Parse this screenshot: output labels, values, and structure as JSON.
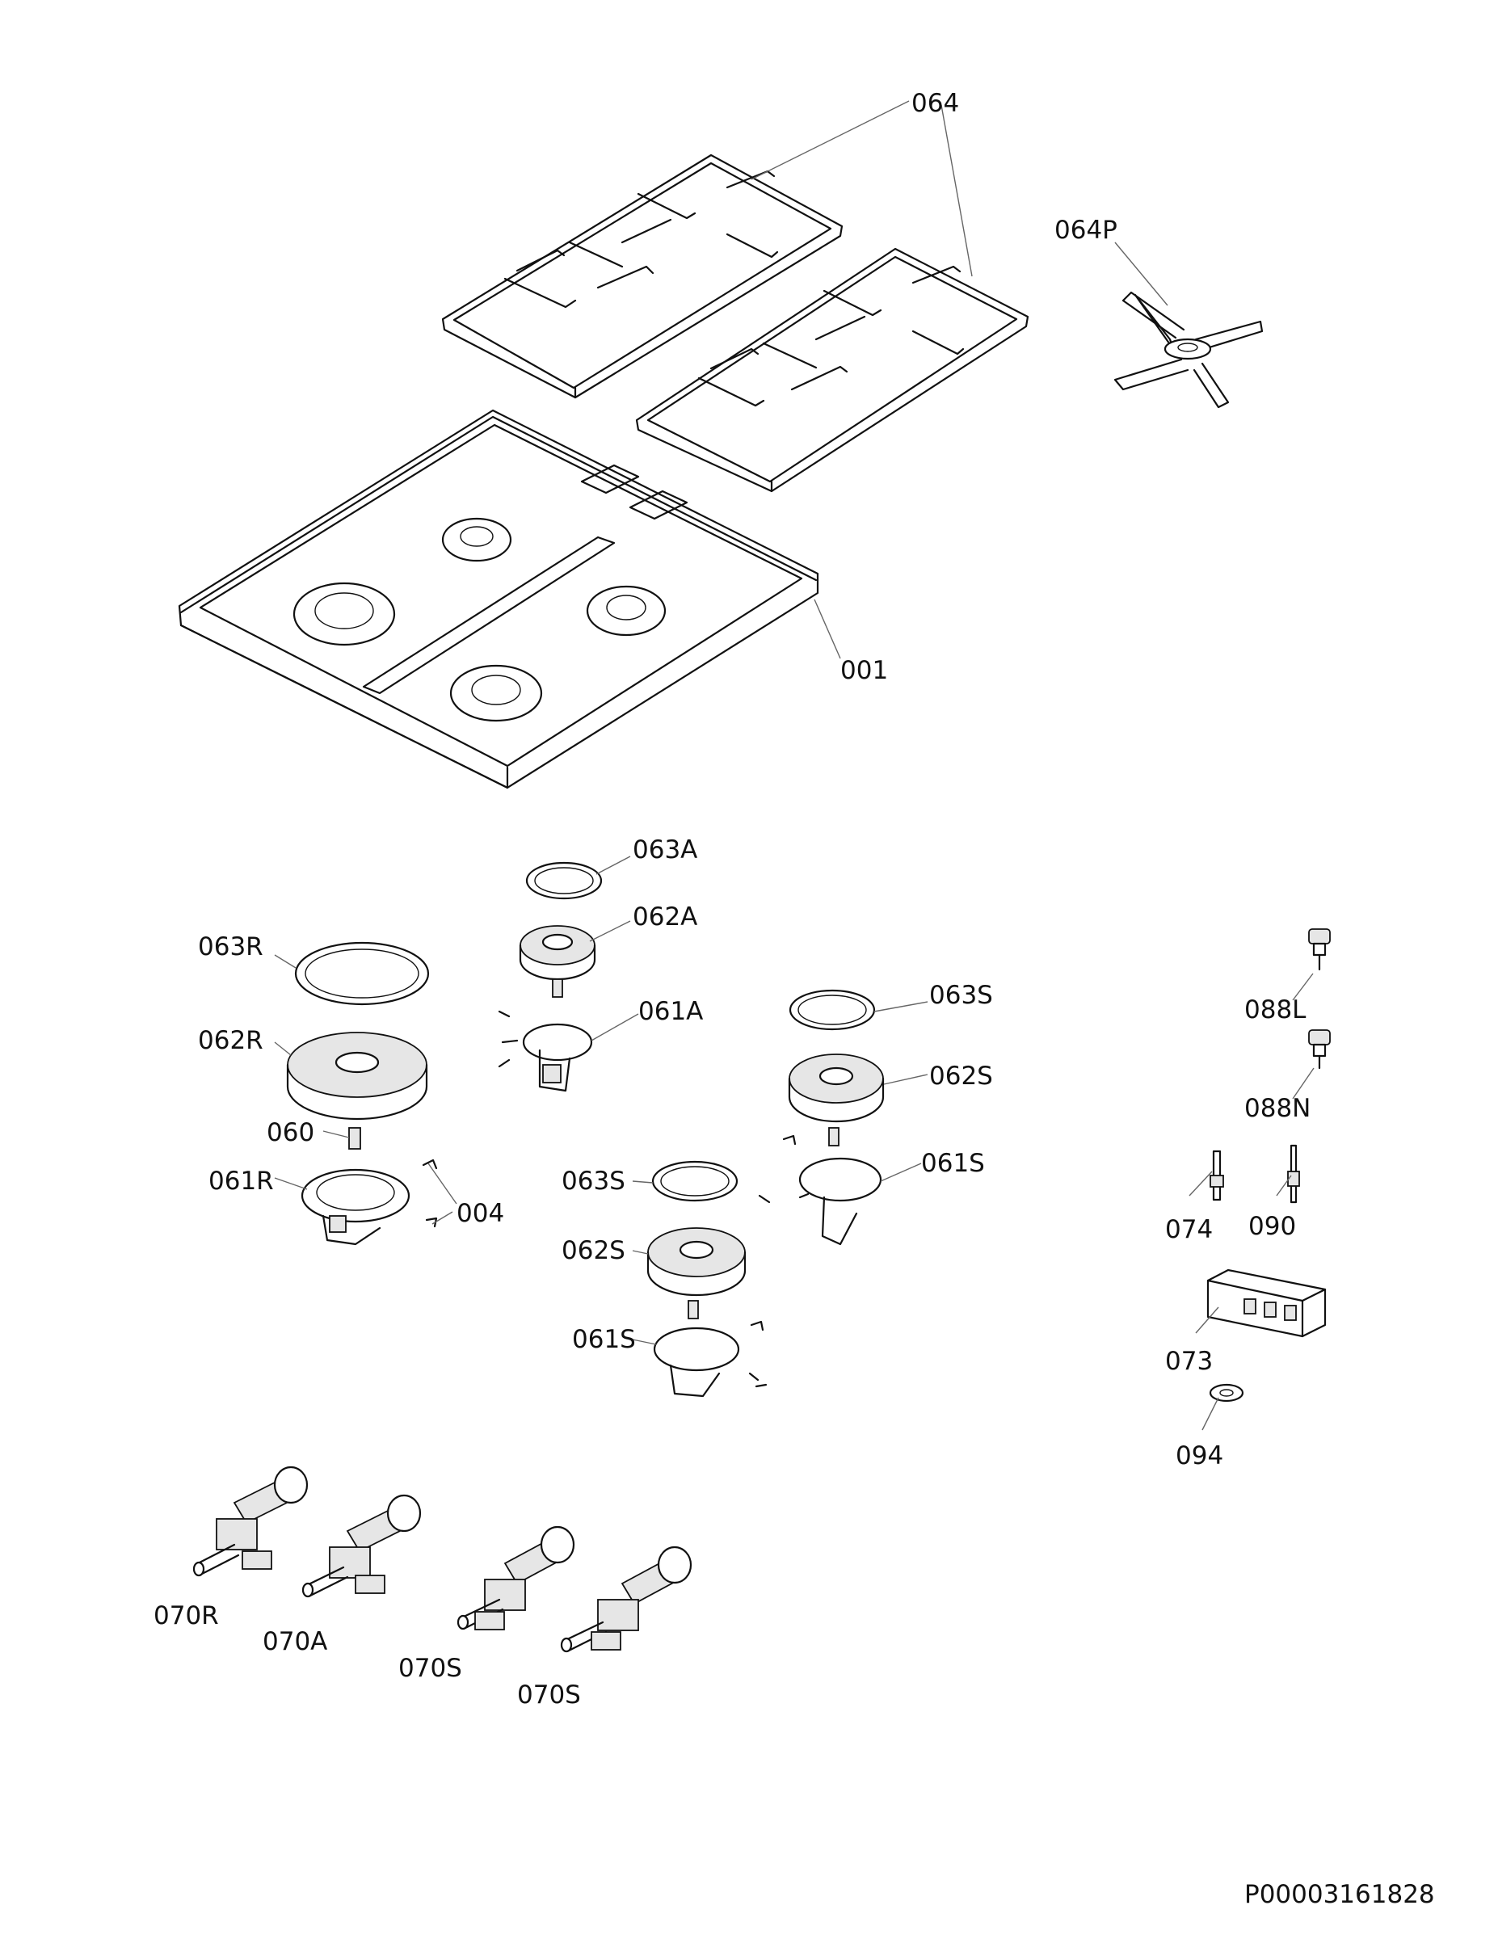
{
  "diagram": {
    "part_labels": {
      "grate_pair": "064",
      "grate_insert": "064P",
      "hob_top": "001",
      "cap_aux": "063A",
      "crown_aux": "062A",
      "body_aux": "061A",
      "cap_rapid": "063R",
      "crown_rapid": "062R",
      "injector": "060",
      "body_rapid": "061R",
      "screws": "004",
      "cap_semi_1": "063S",
      "crown_semi_1": "062S",
      "body_semi_1": "061S",
      "cap_semi_2": "063S",
      "crown_semi_2": "062S",
      "body_semi_2": "061S",
      "knob_l": "088L",
      "knob_n": "088N",
      "thermocouple": "074",
      "electrode": "090",
      "ignition_module": "073",
      "washer": "094",
      "valve_rapid": "070R",
      "valve_aux": "070A",
      "valve_semi_1": "070S",
      "valve_semi_2": "070S"
    },
    "document_code": "P00003161828"
  }
}
